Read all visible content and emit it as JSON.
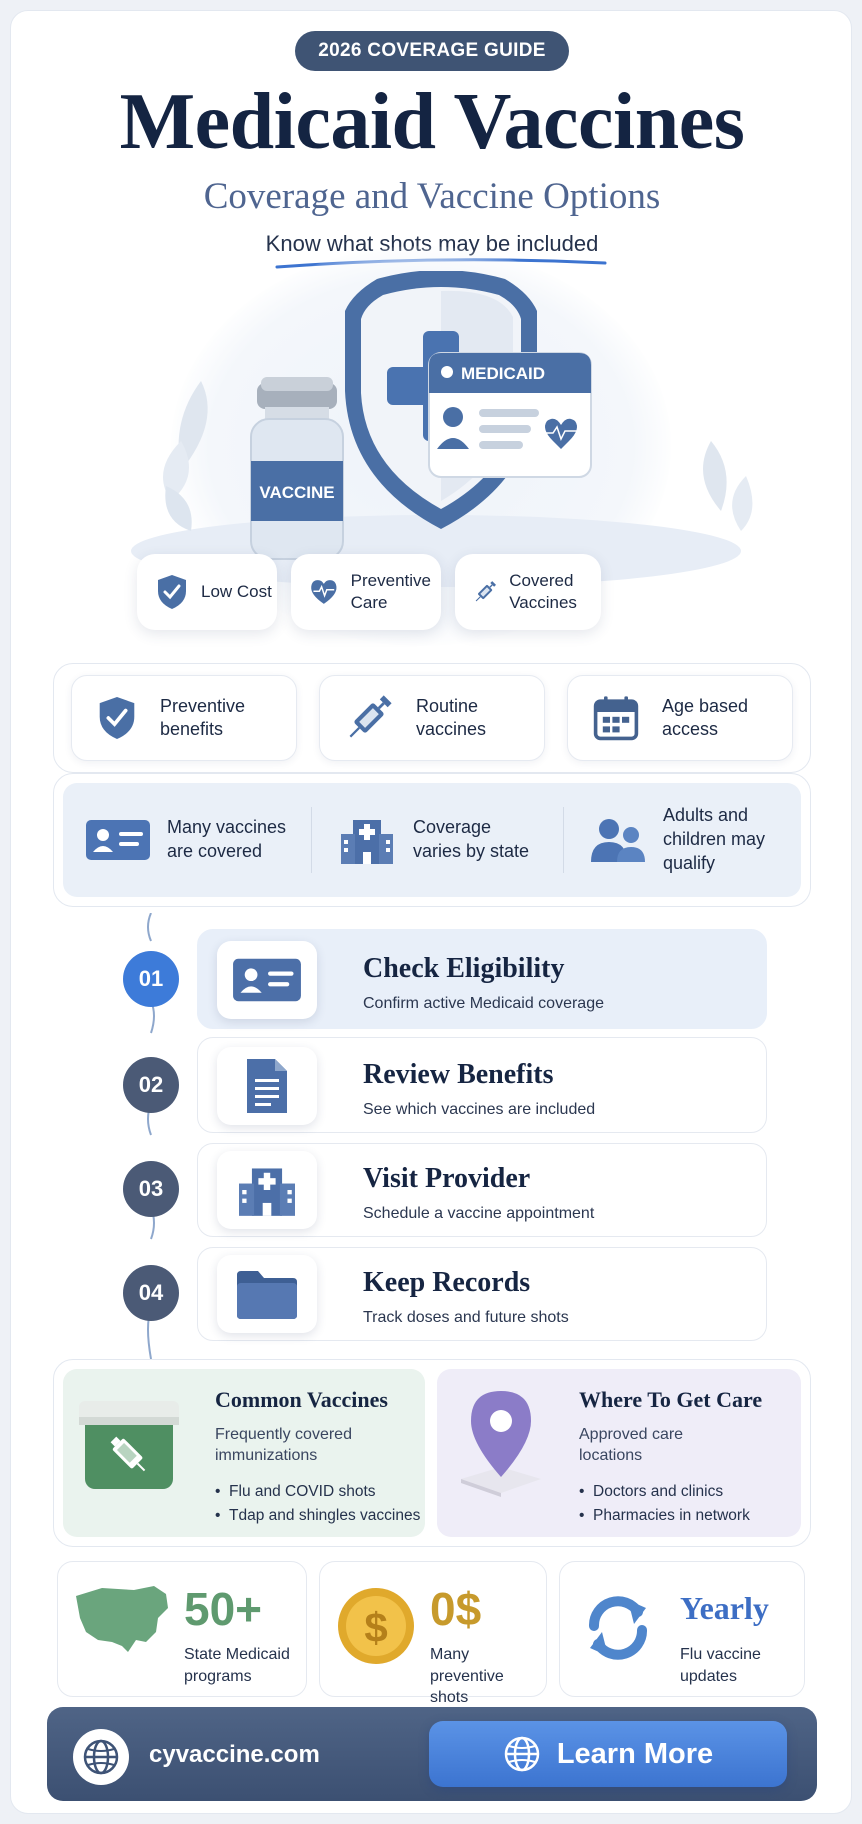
{
  "header": {
    "badge": "2026 COVERAGE GUIDE",
    "title": "Medicaid Vaccines",
    "subtitle": "Coverage and Vaccine Options",
    "tagline": "Know what shots may be included"
  },
  "hero": {
    "vial_label": "VACCINE",
    "card_label": "MEDICAID",
    "pills": [
      {
        "label": "Low Cost",
        "icon": "shield-check-icon"
      },
      {
        "label": "Preventive Care",
        "icon": "heart-pulse-icon"
      },
      {
        "label": "Covered Vaccines",
        "icon": "syringe-icon"
      }
    ]
  },
  "features": [
    {
      "label": "Preventive benefits",
      "icon": "shield-check-icon"
    },
    {
      "label": "Routine vaccines",
      "icon": "syringe-icon"
    },
    {
      "label": "Age based access",
      "icon": "calendar-icon"
    }
  ],
  "coverage": [
    {
      "label": "Many vaccines are covered",
      "icon": "id-card-icon"
    },
    {
      "label": "Coverage varies by state",
      "icon": "hospital-icon"
    },
    {
      "label": "Adults and children may qualify",
      "icon": "people-icon"
    }
  ],
  "steps": [
    {
      "num": "01",
      "title": "Check Eligibility",
      "desc": "Confirm active Medicaid coverage",
      "icon": "id-card-icon"
    },
    {
      "num": "02",
      "title": "Review Benefits",
      "desc": "See which vaccines are included",
      "icon": "document-icon"
    },
    {
      "num": "03",
      "title": "Visit Provider",
      "desc": "Schedule a vaccine appointment",
      "icon": "hospital-icon"
    },
    {
      "num": "04",
      "title": "Keep Records",
      "desc": "Track doses and future shots",
      "icon": "folder-icon"
    }
  ],
  "common": {
    "title": "Common Vaccines",
    "subtitle": "Frequently covered immunizations",
    "items": [
      "Flu and COVID shots",
      "Tdap and shingles vaccines"
    ]
  },
  "where": {
    "title": "Where To Get Care",
    "subtitle": "Approved care locations",
    "items": [
      "Doctors and clinics",
      "Pharmacies in network"
    ]
  },
  "stats": [
    {
      "value": "50+",
      "label": "State Medicaid programs",
      "color": "#5f9a6f",
      "icon": "us-map-icon"
    },
    {
      "value": "0$",
      "label": "Many preventive shots",
      "color": "#c79a2c",
      "icon": "dollar-coin-icon"
    },
    {
      "value": "Yearly",
      "label": "Flu vaccine updates",
      "color": "#3d6ec4",
      "icon": "refresh-icon"
    }
  ],
  "footer": {
    "site": "cyvaccine.com",
    "cta": "Learn More"
  },
  "colors": {
    "navy": "#142442",
    "accent_blue": "#3d74d0",
    "icon_blue": "#4c6fa8",
    "green": "#5f9a6f",
    "gold": "#c79a2c"
  }
}
